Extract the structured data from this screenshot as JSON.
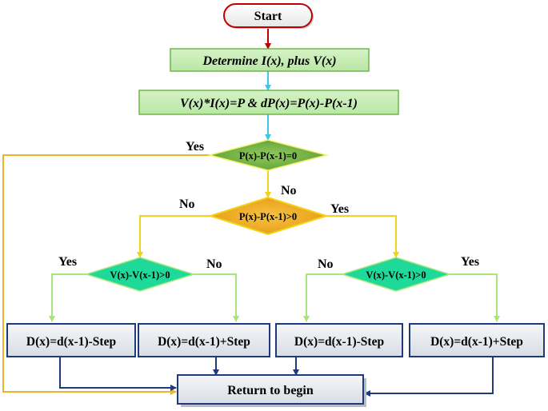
{
  "diagram": {
    "start": "Start",
    "step1": "Determine I(x), plus V(x)",
    "step2": "V(x)*I(x)=P & dP(x)=P(x)-P(x-1)",
    "decision_main": "P(x)-P(x-1)=0",
    "decision_sign": "P(x)-P(x-1)>0",
    "decision_left": "V(x)-V(x-1)>0",
    "decision_right": "V(x)-V(x-1)>0",
    "box1": "D(x)=d(x-1)-Step",
    "box2": "D(x)=d(x-1)+Step",
    "box3": "D(x)=d(x-1)-Step",
    "box4": "D(x)=d(x-1)+Step",
    "end": "Return to begin",
    "labels": {
      "yes_main": "Yes",
      "no_main": "No",
      "no_sign": "No",
      "yes_sign": "Yes",
      "yes_left": "Yes",
      "no_left": "No",
      "no_right": "No",
      "yes_right": "Yes"
    }
  }
}
